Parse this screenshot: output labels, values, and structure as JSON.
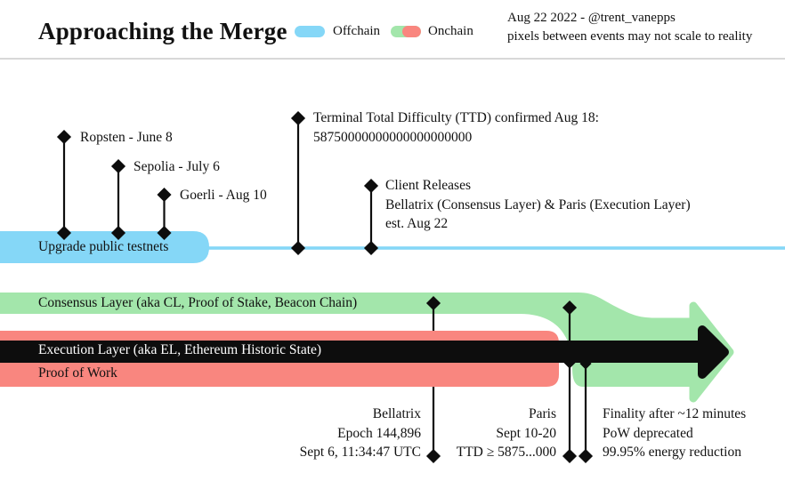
{
  "header": {
    "title": "Approaching the Merge",
    "legend": {
      "offchain_label": "Offchain",
      "onchain_label": "Onchain"
    },
    "attribution_line1": "Aug 22 2022 - @trent_vanepps",
    "attribution_line2": "pixels between events may not scale to reality"
  },
  "colors": {
    "offchain_blue": "#85d7f7",
    "onchain_green": "#a3e6ab",
    "onchain_red": "#f9867f",
    "ink": "#0d0d0d",
    "rule_gray": "#d8d8d8"
  },
  "timeline": {
    "offchain_bar_label": "Upgrade public testnets",
    "lanes": {
      "consensus": "Consensus Layer (aka CL, Proof of Stake, Beacon Chain)",
      "execution": "Execution Layer (aka EL, Ethereum Historic State)",
      "pow": "Proof of Work"
    },
    "events_top": {
      "ropsten": {
        "label": "Ropsten - June 8"
      },
      "sepolia": {
        "label": "Sepolia - July 6"
      },
      "goerli": {
        "label": "Goerli - Aug 10"
      },
      "ttd": {
        "lines": [
          "Terminal Total Difficulty (TTD) confirmed Aug 18:",
          "58750000000000000000000"
        ]
      },
      "client_releases": {
        "lines": [
          "Client Releases",
          "Bellatrix (Consensus Layer) & Paris (Execution Layer)",
          "est. Aug 22"
        ]
      }
    },
    "events_bottom": {
      "bellatrix": {
        "lines": [
          "Bellatrix",
          "Epoch 144,896",
          "Sept 6, 11:34:47 UTC"
        ]
      },
      "paris": {
        "lines": [
          "Paris",
          "Sept 10-20",
          "TTD ≥ 5875...000"
        ]
      },
      "finality": {
        "lines": [
          "Finality after ~12 minutes",
          "PoW deprecated",
          "99.95% energy reduction"
        ]
      }
    }
  }
}
